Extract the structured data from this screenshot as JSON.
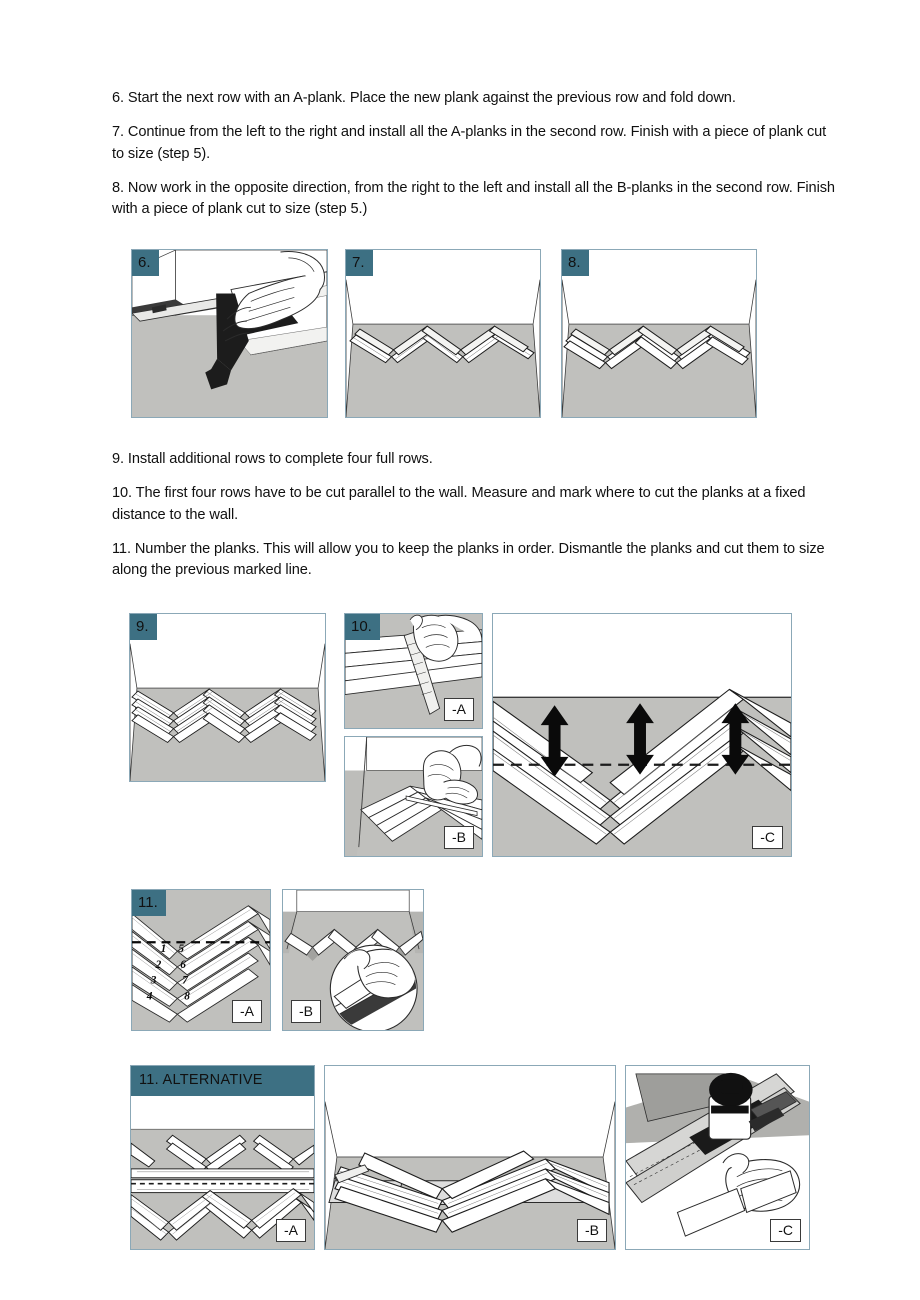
{
  "document": {
    "type": "installation-instructions",
    "page_background": "#ffffff",
    "accent_color": "#3d7083",
    "floor_color": "#c0c0bd",
    "panel_border_color": "#8ba8b7"
  },
  "paragraphs_top": [
    "6. Start the next row with an A-plank. Place the new plank against the previous row and fold down.",
    "7. Continue from the left to the right and install all the A-planks in the second row. Finish with a piece of plank cut to size (step 5).",
    "8. Now work in the opposite direction, from the right to the left and install all the B-planks in the second row. Finish with a piece of plank cut to size (step 5.)"
  ],
  "paragraphs_middle": [
    "9. Install additional rows to complete four full rows.",
    "10. The first four rows have to be cut parallel to the wall. Measure and mark where to cut the planks at a fixed distance to the wall.",
    "11. Number the planks. This will allow you to keep the planks in order. Dismantle the planks and cut them to size along the previous marked line."
  ],
  "figures": {
    "row1": [
      {
        "badge": "6.",
        "caption": "hands folding a new A-plank down against the previous row with a tapping block"
      },
      {
        "badge": "7.",
        "caption": "room view with second row of A-planks installed left to right"
      },
      {
        "badge": "8.",
        "caption": "room view with B-planks installed right to left in the second row"
      }
    ],
    "row2": [
      {
        "badge": "9.",
        "caption": "room view with four full herringbone rows installed"
      },
      {
        "badge": "10.",
        "sublabel": "-A",
        "caption": "hand marking the planks with a pencil and ruler"
      },
      {
        "badge": "",
        "sublabel": "-B",
        "caption": "hands drawing the cut line across the planks"
      },
      {
        "badge": "",
        "sublabel": "-C",
        "caption": "dashed cut line parallel to wall with double headed measuring arrows"
      }
    ],
    "row3": [
      {
        "badge": "11.",
        "sublabel": "-A",
        "caption": "planks numbered 1 to 8 along the marked cut line",
        "plank_numbers": [
          "1",
          "2",
          "3",
          "4",
          "5",
          "6",
          "7",
          "8"
        ]
      },
      {
        "badge": "",
        "sublabel": "-B",
        "caption": "dismantling the planks, magnified inset of hand lifting a plank"
      }
    ],
    "row4": [
      {
        "badge": "11. ALTERNATIVE",
        "sublabel": "-A",
        "caption": "alternative: marking a straight cut line across the laid rows"
      },
      {
        "badge": "",
        "sublabel": "-B",
        "caption": "alternative: rows lifted onto supports ready for sawing"
      },
      {
        "badge": "",
        "sublabel": "-C",
        "caption": "alternative: circular saw cutting along a guide rail, hand steadying the work"
      }
    ]
  }
}
